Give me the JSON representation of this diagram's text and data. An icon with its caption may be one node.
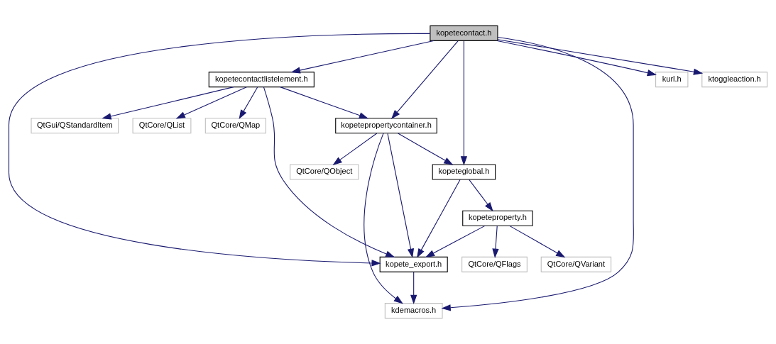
{
  "diagram": {
    "nodes": [
      {
        "text": [
          "kopetecontact.h"
        ]
      },
      {
        "text": [
          "kopetecontactlistelement.h"
        ]
      },
      {
        "text": [
          "kurl.h"
        ]
      },
      {
        "text": [
          "ktoggleaction.h"
        ]
      },
      {
        "text": [
          "QtCore/QMap"
        ]
      },
      {
        "text": [
          "QtGui/QStandardItem"
        ]
      },
      {
        "text": [
          "QtCore/QList"
        ]
      },
      {
        "text": [
          "kopetepropertycontainer.h"
        ]
      },
      {
        "text": [
          "QtCore/QObject"
        ]
      },
      {
        "text": [
          "kopeteglobal.h"
        ]
      },
      {
        "text": [
          "kopeteproperty.h"
        ]
      },
      {
        "text": [
          "kopete_export.h"
        ]
      },
      {
        "text": [
          "QtCore/QFlags"
        ]
      },
      {
        "text": [
          "QtCore/QVariant"
        ]
      },
      {
        "text": [
          "kdemacros.h"
        ]
      }
    ],
    "edges": [
      {
        "from": 0,
        "to": 1,
        "arrow": "to"
      },
      {
        "from": 0,
        "to": 14,
        "arrow": "to"
      },
      {
        "from": 0,
        "to": 11,
        "arrow": "to"
      },
      {
        "from": 0,
        "to": 7,
        "arrow": "to"
      },
      {
        "from": 0,
        "to": 9,
        "arrow": "to"
      },
      {
        "from": 0,
        "to": 2,
        "arrow": "to"
      },
      {
        "from": 0,
        "to": 3,
        "arrow": "to"
      },
      {
        "from": 1,
        "to": 4,
        "arrow": "to"
      },
      {
        "from": 1,
        "to": 5,
        "arrow": "to"
      },
      {
        "from": 1,
        "to": 6,
        "arrow": "to"
      },
      {
        "from": 1,
        "to": 11,
        "arrow": "to"
      },
      {
        "from": 1,
        "to": 7,
        "arrow": "to"
      },
      {
        "from": 7,
        "to": 14,
        "arrow": "to"
      },
      {
        "from": 7,
        "to": 8,
        "arrow": "to"
      },
      {
        "from": 7,
        "to": 11,
        "arrow": "to"
      },
      {
        "from": 7,
        "to": 9,
        "arrow": "to"
      },
      {
        "from": 9,
        "to": 11,
        "arrow": "to"
      },
      {
        "from": 9,
        "to": 10,
        "arrow": "to"
      },
      {
        "from": 10,
        "to": 11,
        "arrow": "to"
      },
      {
        "from": 10,
        "to": 12,
        "arrow": "to"
      },
      {
        "from": 10,
        "to": 13,
        "arrow": "to"
      },
      {
        "from": 11,
        "to": 14,
        "arrow": "to"
      }
    ]
  }
}
